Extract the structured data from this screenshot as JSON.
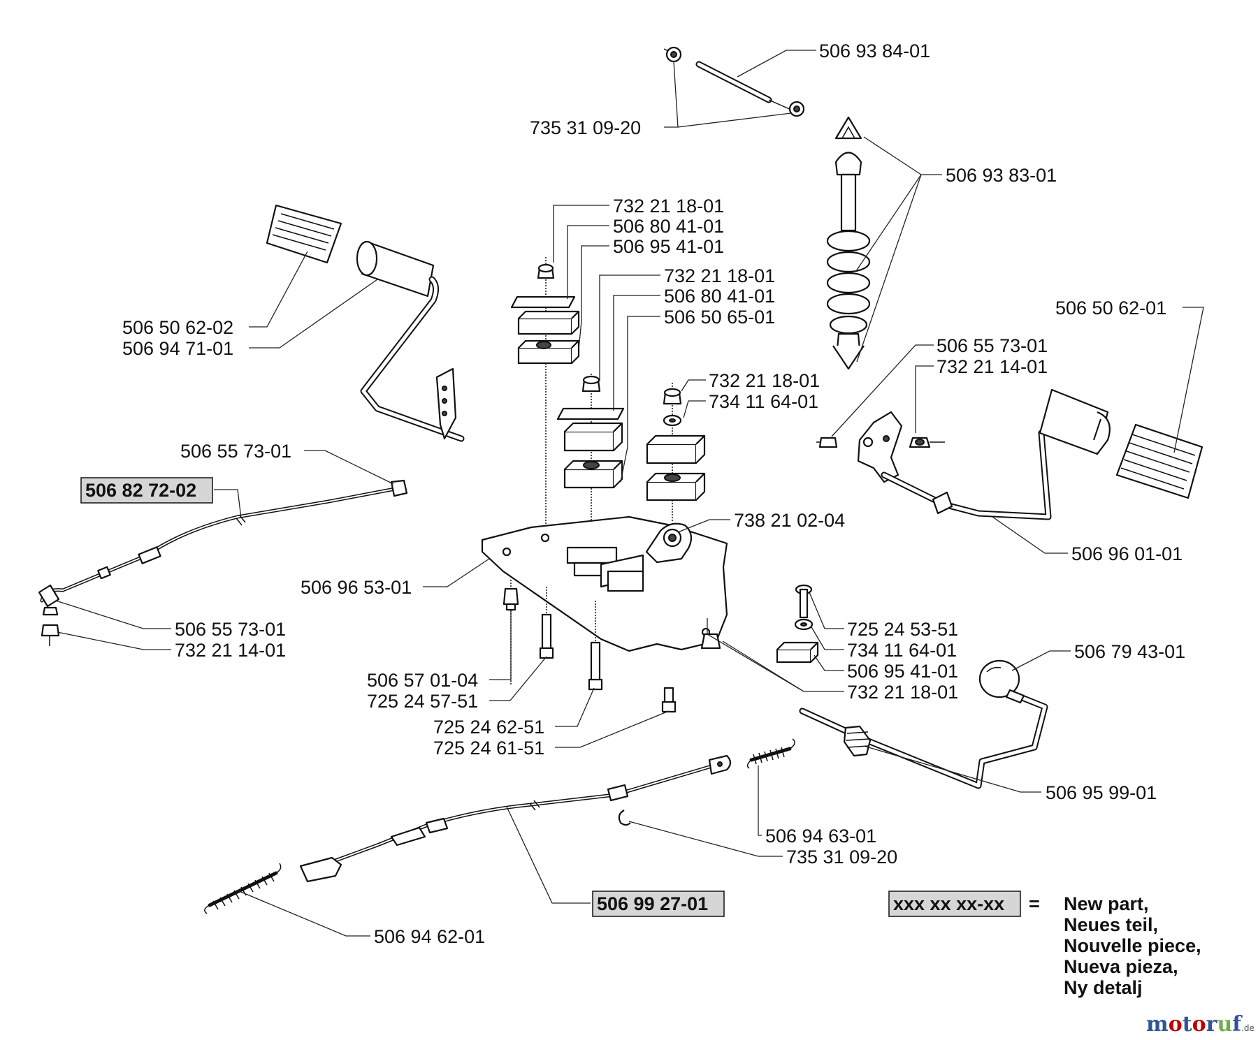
{
  "labels": {
    "l01": "506 93 84-01",
    "l02": "735 31 09-20",
    "l03": "506 93 83-01",
    "l04": "732 21 18-01",
    "l05": "506 80 41-01",
    "l06": "506 95 41-01",
    "l07": "732 21 18-01",
    "l08": "506 80 41-01",
    "l09": "506 50 65-01",
    "l10": "506 50 62-02",
    "l11": "506 94 71-01",
    "l12": "506 50 62-01",
    "l13": "506 55 73-01",
    "l14": "732 21 14-01",
    "l15": "732 21 18-01",
    "l16": "734 11 64-01",
    "l17": "506 55 73-01",
    "l18": "506 82 72-02",
    "l19": "738 21 02-04",
    "l20": "506 96 01-01",
    "l21": "506 96 53-01",
    "l22": "506 55 73-01",
    "l23": "732 21 14-01",
    "l24": "725 24 53-51",
    "l25": "734 11 64-01",
    "l26": "506 95 41-01",
    "l27": "732 21 18-01",
    "l28": "506 79 43-01",
    "l29": "506 57 01-04",
    "l30": "725 24 57-51",
    "l31": "725 24 62-51",
    "l32": "725 24 61-51",
    "l33": "506 95 99-01",
    "l34": "506 94 63-01",
    "l35": "735 31 09-20",
    "l36": "506 99 27-01",
    "l37": "506 94 62-01"
  },
  "legend": {
    "box_text": "xxx xx xx-xx",
    "equals": "=",
    "lines": [
      "New part,",
      "Neues teil,",
      "Nouvelle piece,",
      "Nueva pieza,",
      "Ny detalj"
    ]
  },
  "watermark": {
    "brand": "motoruf",
    "suffix": ".de",
    "colors": {
      "m": "#2f5597",
      "o": "#c00000",
      "t": "#2f5597",
      "r": "#2f5597",
      "u": "#70ad47",
      "f": "#2f5597"
    }
  }
}
